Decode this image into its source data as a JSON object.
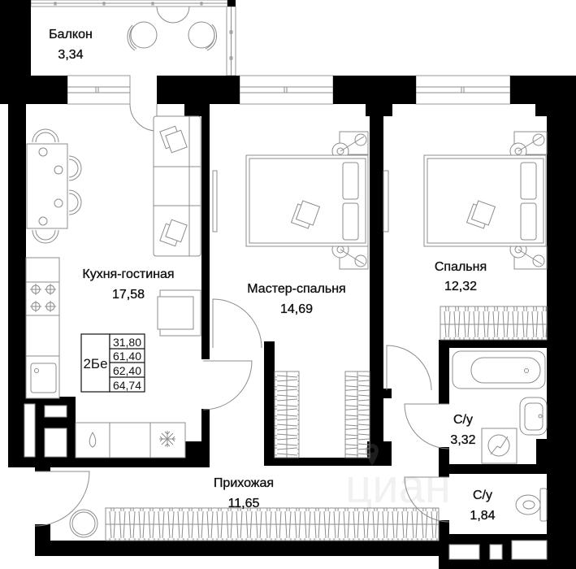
{
  "plan": {
    "rooms": [
      {
        "name": "Балкон",
        "area": "3,34"
      },
      {
        "name": "Кухня-гостиная",
        "area": "17,58"
      },
      {
        "name": "Мастер-спальня",
        "area": "14,69"
      },
      {
        "name": "Спальня",
        "area": "12,32"
      },
      {
        "name": "С/у",
        "area": "3,32"
      },
      {
        "name": "Прихожая",
        "area": "11,65"
      },
      {
        "name": "С/у",
        "area": "1,84"
      }
    ],
    "unit_badge": {
      "type": "2Бе",
      "areas": [
        "31,80",
        "61,40",
        "62,40",
        "64,74"
      ]
    },
    "watermark": "циан"
  },
  "icons": {
    "kitchen_sink": "drop-icon",
    "fridge": "snowflake-icon",
    "boiler": "boiler-icon",
    "stove": "stove-burner-icon",
    "watermark_pin": "location-pin-icon"
  },
  "colors": {
    "wall": "#000000",
    "line": "#8c8c8c",
    "text": "#111111"
  }
}
